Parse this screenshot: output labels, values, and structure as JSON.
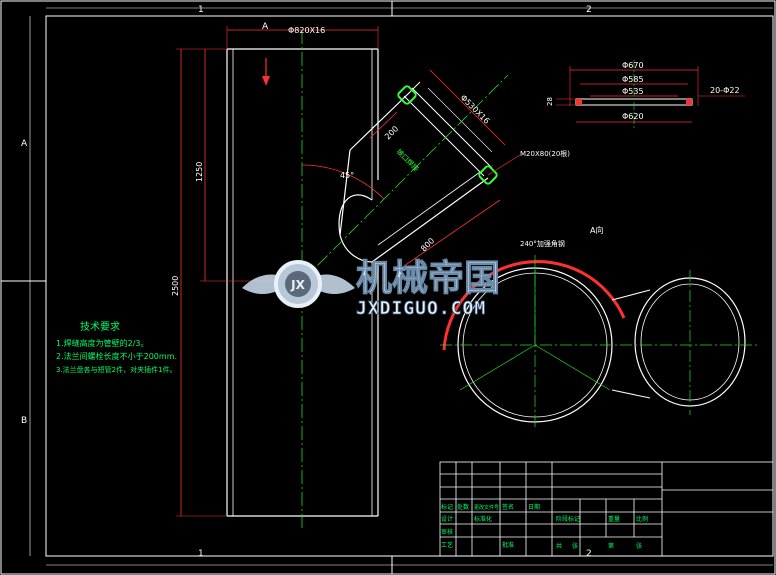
{
  "frame": {
    "top_zones": [
      "1",
      "2"
    ],
    "bottom_zones": [
      "1",
      "2"
    ],
    "left_zones": [
      "A",
      "B"
    ]
  },
  "views": {
    "main_view_label": "A",
    "section_view_label": "A向"
  },
  "dimensions": {
    "main_pipe": "Φ820X16",
    "branch_pipe": "Φ530X16",
    "angle": "45°",
    "branch_offset": "200",
    "bend_length": "800",
    "height_1250": "1250",
    "height_2500": "2500",
    "bolt": "M20X80(20根)",
    "weld_note": "坡口焊接",
    "arc_note": "240°加强角钢"
  },
  "flange": {
    "d670": "Φ670",
    "d585": "Φ585",
    "d535": "Φ535",
    "d620": "Φ620",
    "thickness": "28",
    "holes": "20-Φ22"
  },
  "tech_requirements": {
    "title": "技术要求",
    "items": [
      "1.焊缝高度为管壁的2/3。",
      "2.法兰间螺栓长度不小于200mm.",
      "3.法兰盘各与短管2件，对夹插件1件。"
    ]
  },
  "watermark": {
    "cn": "机械帝国",
    "en": "JXDIGUO.COM"
  },
  "title_block": {
    "labels": [
      "标记",
      "处数",
      "更改文件号",
      "签名",
      "日期",
      "设计",
      "标准化",
      "阶段标记",
      "重量",
      "比例",
      "审核",
      "工艺",
      "批准",
      "共",
      "张",
      "第",
      "张"
    ]
  },
  "colors": {
    "frame": "#ffffff",
    "geometry": "#ffffff",
    "dimension": "#ff3030",
    "centerline": "#22dd22",
    "text": "#00ff66",
    "section_hatch": "#ff3030"
  }
}
